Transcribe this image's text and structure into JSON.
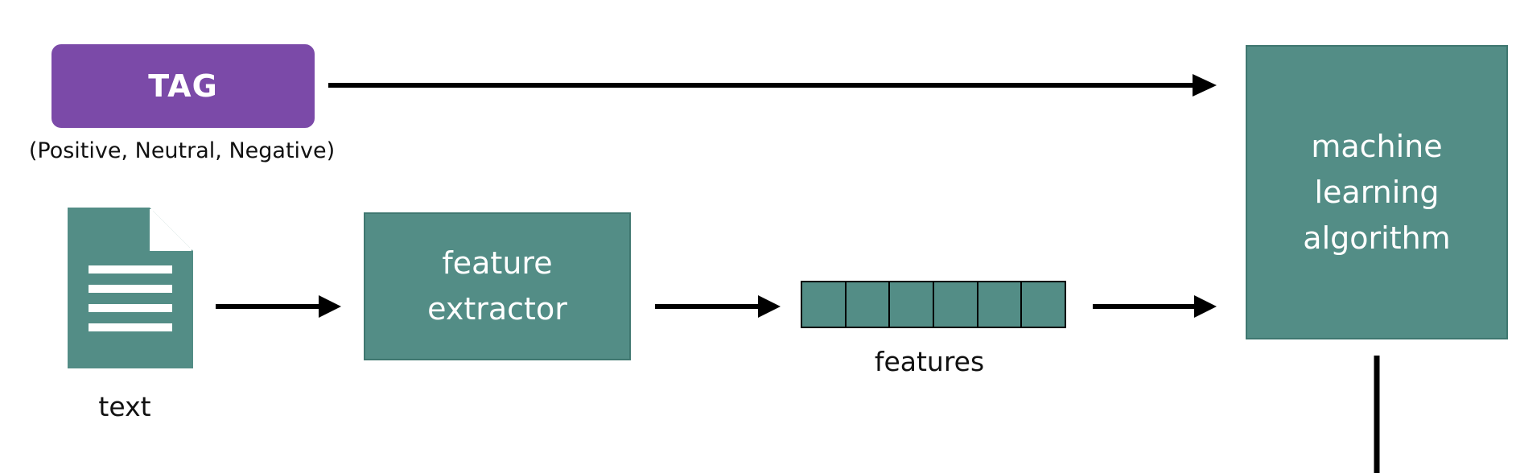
{
  "tag": {
    "label": "TAG",
    "subtitle": "(Positive, Neutral, Negative)"
  },
  "document": {
    "icon": "document-icon",
    "label": "text"
  },
  "extractor": {
    "label": "feature\nextractor"
  },
  "features": {
    "cell_count": 6,
    "label": "features"
  },
  "algorithm": {
    "label": "machine\nlearning\nalgorithm"
  },
  "colors": {
    "tag_purple": "#7b4aa8",
    "box_teal": "#538d86",
    "box_border": "#3f7770",
    "arrow": "#000000"
  }
}
